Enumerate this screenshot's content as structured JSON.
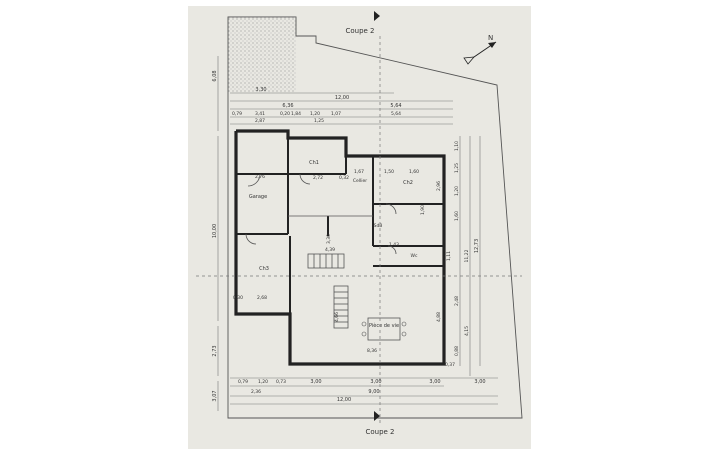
{
  "section_label_top": "Coupe 2",
  "section_label_bottom": "Coupe 2",
  "north_label": "N",
  "rooms": {
    "garage": "Garage",
    "ch1": "Ch1",
    "ch2": "Ch2",
    "ch3": "Ch3",
    "sdb": "SdB",
    "cellier": "Cellier",
    "wc": "Wc",
    "piece_de_vie": "Pièce de vie"
  },
  "dims": {
    "top_12": "12,00",
    "top_3_30": "3,30",
    "top_6_36": "6,36",
    "top_5_64": "5,64",
    "top_5_64b": "5,64",
    "top_0_79": "0,79",
    "top_3_41": "3,41",
    "top_0_20": "0,20",
    "top_1_84": "1,84",
    "top_1_20": "1,20",
    "top_1_07": "1,07",
    "top_2_87": "2,87",
    "top_1_25": "1,25",
    "left_6_08": "6,08",
    "left_10_00": "10,00",
    "left_2_73": "2,73",
    "left_3_07": "3,07",
    "left_0_30": "0,30",
    "r_2_76": "2,76",
    "r_2_72": "2,72",
    "r_0_32": "0,32",
    "r_1_67": "1,67",
    "r_1_50": "1,50",
    "r_1_60": "1,60",
    "r_3_30": "3,30",
    "r_4_39": "4,39",
    "r_1_43": "1,43",
    "r_2_68": "2,68",
    "r_4_66": "4,66",
    "r_4_88": "4,88",
    "r_8_36": "8,36",
    "r_2_96": "2,96",
    "r_1_90": "1,90",
    "bottom_3_00a": "3,00",
    "bottom_3_00b": "3,00",
    "bottom_3_00c": "3,00",
    "bottom_9_00": "9,00",
    "bottom_12_00": "12,00",
    "bottom_0_79": "0,79",
    "bottom_1_20": "1,20",
    "bottom_0_73": "0,73",
    "bottom_2_36": "2,36",
    "right_1_10": "1,10",
    "right_1_25": "1,25",
    "right_1_20": "1,20",
    "right_1_60": "1,60",
    "right_12_73": "12,73",
    "right_11_22": "11,22",
    "right_0_88": "0,88",
    "right_4_15": "4,15",
    "right_2_48": "2,48",
    "right_0_37": "0,37",
    "right_3_00": "3,00",
    "right_1_11": "1,11"
  }
}
